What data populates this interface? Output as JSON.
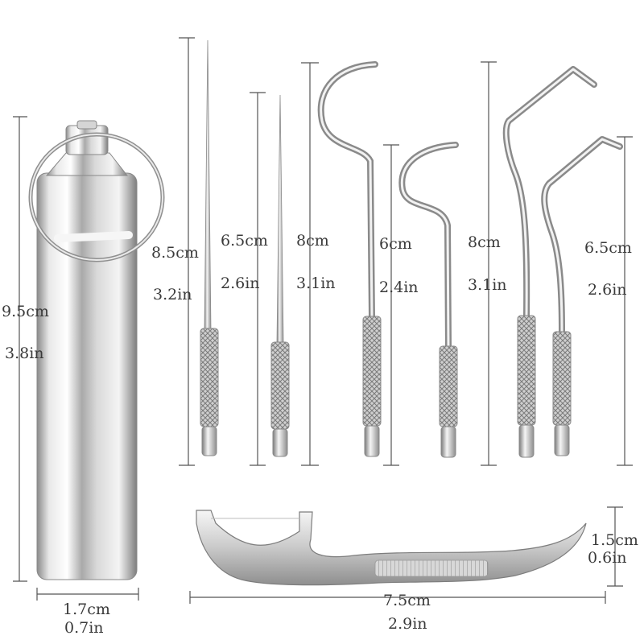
{
  "colors": {
    "background": "#ffffff",
    "steel_light": "#f2f2f2",
    "steel_mid": "#b8b8b8",
    "steel_dark": "#6e6e6e",
    "dimension_line": "#555555",
    "text": "#3a3a3a"
  },
  "items": {
    "case": {
      "height_cm": "9.5cm",
      "height_in": "3.8in",
      "width_cm": "1.7cm",
      "width_in": "0.7in"
    },
    "pick_1": {
      "length_cm": "8.5cm",
      "length_in": "3.2in"
    },
    "pick_2": {
      "length_cm": "6.5cm",
      "length_in": "2.6in"
    },
    "pick_3": {
      "length_cm": "8cm",
      "length_in": "3.1in"
    },
    "pick_4": {
      "length_cm": "6cm",
      "length_in": "2.4in"
    },
    "pick_5": {
      "length_cm": "8cm",
      "length_in": "3.1in"
    },
    "pick_6": {
      "length_cm": "6.5cm",
      "length_in": "2.6in"
    },
    "flosser": {
      "height_cm": "1.5cm",
      "height_in": "0.6in",
      "length_cm": "7.5cm",
      "length_in": "2.9in"
    }
  }
}
